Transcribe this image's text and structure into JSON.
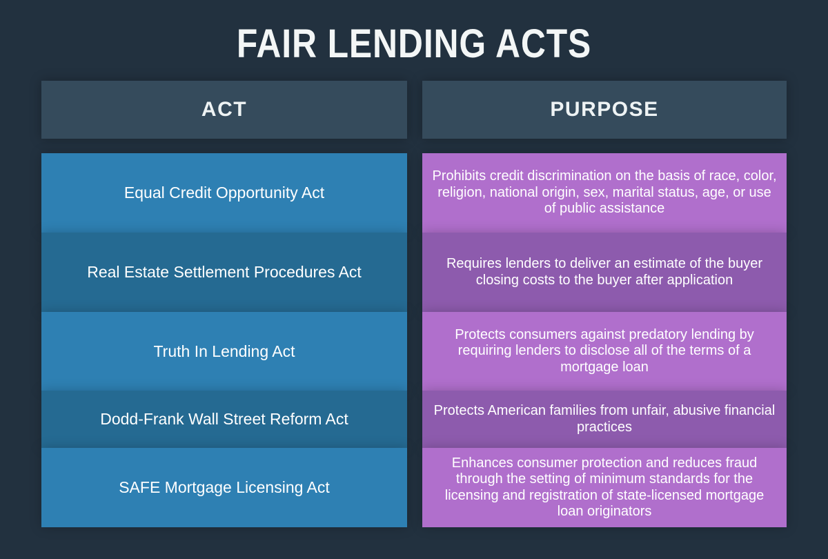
{
  "title": "FAIR LENDING ACTS",
  "colors": {
    "background": "#22313f",
    "header_box": "#354b5c",
    "act_row_light": "#2e80b3",
    "act_row_dark": "#256a92",
    "purpose_row_light": "#b06fcc",
    "purpose_row_dark": "#8d5bad",
    "text": "#ffffff"
  },
  "chart_data": {
    "type": "table",
    "title": "FAIR LENDING ACTS",
    "columns": [
      "ACT",
      "PURPOSE"
    ],
    "rows": [
      [
        "Equal Credit Opportunity Act",
        "Prohibits credit discrimination on the basis of race, color, religion, national origin, sex, marital status, age, or use of public assistance"
      ],
      [
        "Real Estate Settlement Procedures Act",
        "Requires lenders to deliver an estimate of the buyer closing costs to the buyer after application"
      ],
      [
        "Truth In Lending Act",
        "Protects consumers against predatory lending by requiring lenders to disclose all of the terms of a mortgage loan"
      ],
      [
        "Dodd-Frank Wall Street Reform Act",
        "Protects American families from unfair, abusive financial practices"
      ],
      [
        "SAFE Mortgage Licensing Act",
        "Enhances consumer protection and reduces fraud through the setting of minimum standards for the licensing and registration of state-licensed mortgage loan originators"
      ]
    ],
    "layout": {
      "legend": false,
      "grid": false,
      "row_striping": "alternating light/dark shades per column"
    }
  }
}
